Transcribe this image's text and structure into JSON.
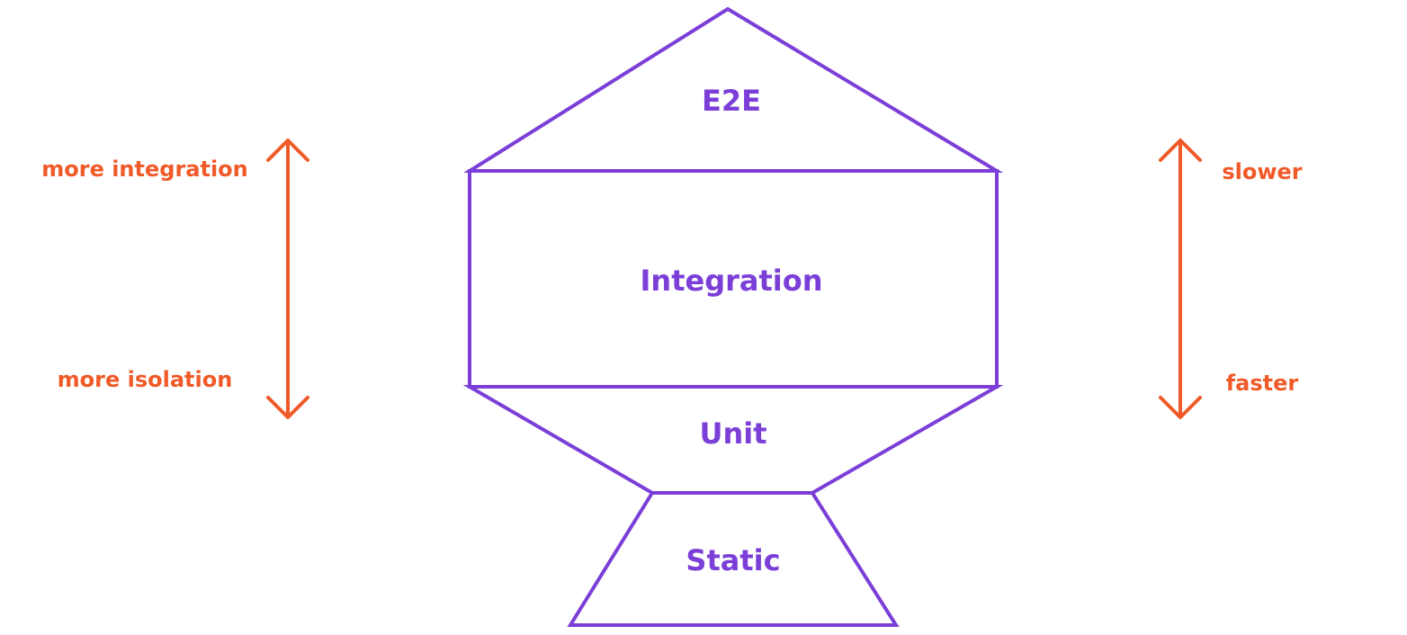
{
  "colors": {
    "layer_stroke": "#7B3FD8",
    "annotation": "#F05A28",
    "background": "#ffffff"
  },
  "layers": {
    "e2e": "E2E",
    "integration": "Integration",
    "unit": "Unit",
    "static": "Static"
  },
  "left_scale": {
    "top_label": "more integration",
    "bottom_label": "more isolation"
  },
  "right_scale": {
    "top_label": "slower",
    "bottom_label": "faster"
  }
}
